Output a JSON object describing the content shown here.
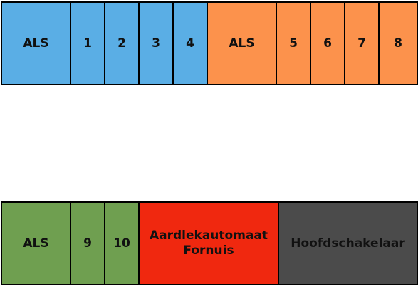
{
  "top_row": {
    "blue_group": {
      "color": "#5aaee5",
      "als_label": "ALS",
      "breakers": [
        "1",
        "2",
        "3",
        "4"
      ]
    },
    "orange_group": {
      "color": "#fc924c",
      "als_label": "ALS",
      "breakers": [
        "5",
        "6",
        "7",
        "8"
      ]
    }
  },
  "bottom_row": {
    "green_group": {
      "color": "#6f9f50",
      "als_label": "ALS",
      "breakers": [
        "9",
        "10"
      ]
    },
    "earth_leakage": {
      "color": "#f0280f",
      "label": "Aardlekautomaat\nFornuis"
    },
    "main_switch": {
      "color": "#4b4b4b",
      "label": "Hoofdschakelaar"
    }
  }
}
